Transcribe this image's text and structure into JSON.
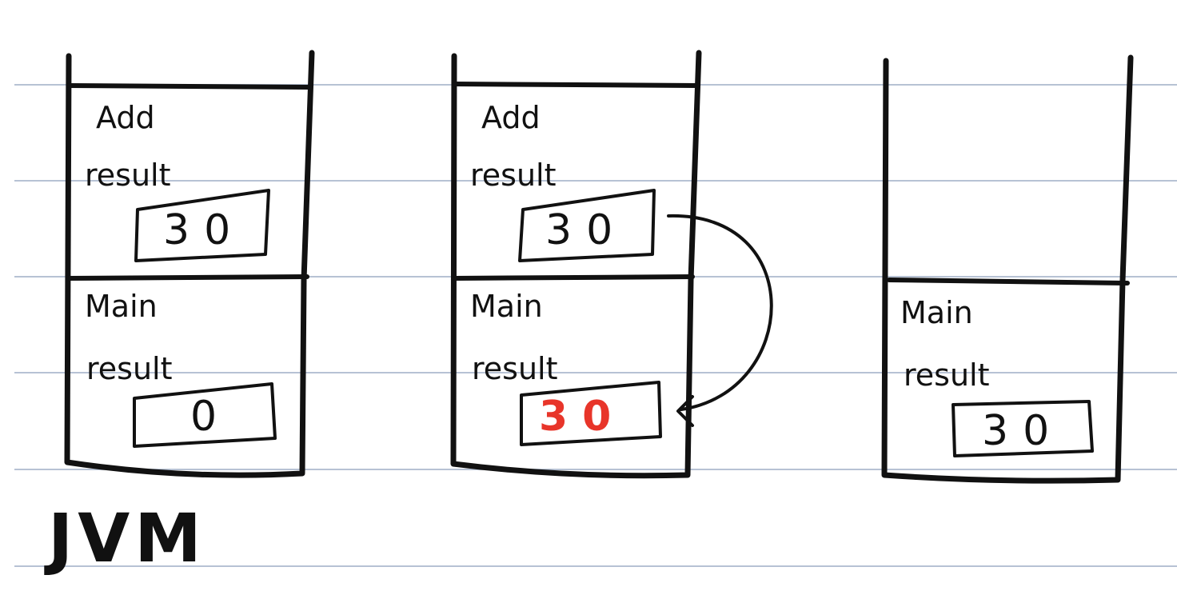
{
  "colors": {
    "ink": "#111111",
    "rule_line": "#b7c2d4",
    "highlight": "#e8352a"
  },
  "title": "JVM",
  "stacks": [
    {
      "frames": [
        {
          "name": "Add",
          "var": "result",
          "value": "30"
        },
        {
          "name": "Main",
          "var": "result",
          "value": "0"
        }
      ]
    },
    {
      "frames": [
        {
          "name": "Add",
          "var": "result",
          "value": "30"
        },
        {
          "name": "Main",
          "var": "result",
          "value": "30"
        }
      ]
    },
    {
      "frames": [
        {
          "name": "Main",
          "var": "result",
          "value": "30"
        }
      ]
    }
  ]
}
